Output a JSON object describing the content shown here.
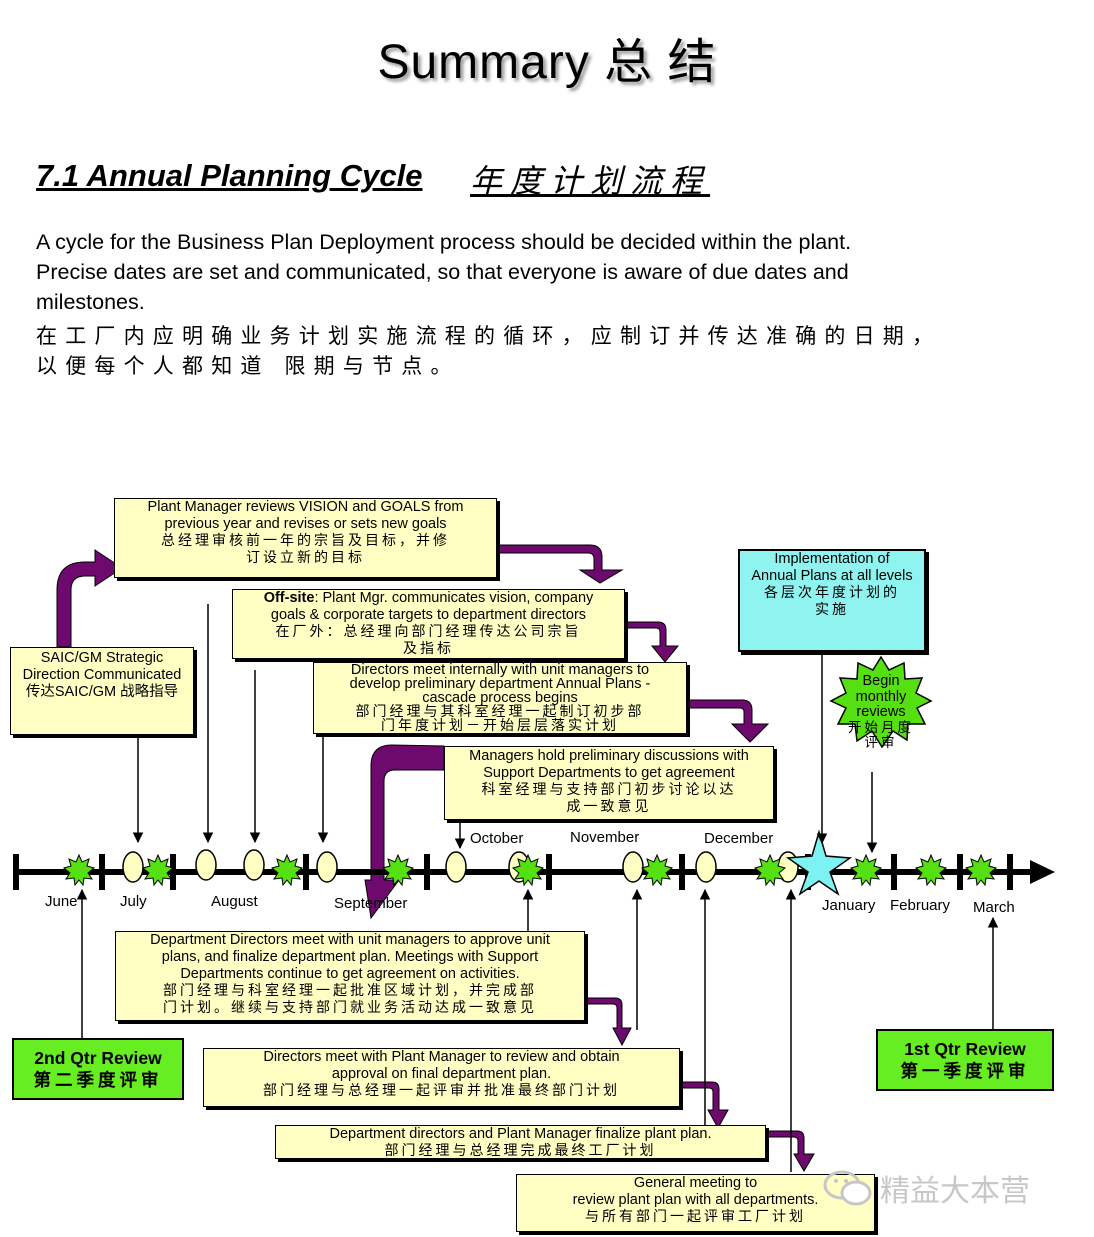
{
  "title": "Summary 总 结",
  "section": {
    "heading": "7.1 Annual Planning Cycle",
    "heading_cn": "年度计划流程"
  },
  "intro": {
    "line1": "A cycle for the Business Plan Deployment process should be decided within the plant.",
    "line2": "Precise dates are set and communicated, so that everyone is aware of due dates and",
    "line3": "milestones.",
    "cn1": "在工厂内应明确业务计划实施流程的循环，应制订并传达准确的日期，",
    "cn2": "以便每个人都知道 限期与节点。"
  },
  "months": {
    "june": "June",
    "july": "July",
    "august": "August",
    "september": "September",
    "october": "October",
    "november": "November",
    "december": "December",
    "january": "January",
    "february": "February",
    "march": "March"
  },
  "boxes": {
    "strategic": {
      "l1": "SAIC/GM Strategic",
      "l2": "Direction Communicated",
      "l3": "传达SAIC/GM 战略指导"
    },
    "plant_vision": {
      "l1": "Plant Manager reviews VISION  and GOALS  from",
      "l2": "previous year and revises or sets new goals",
      "l3": "总经理审核前一年的宗旨及目标，并修",
      "l4": "订设立新的目标"
    },
    "offsite": {
      "bold": "Off-site",
      "l1": ": Plant Mgr. communicates vision, company",
      "l2": "goals & corporate targets to department directors",
      "l3": "在厂外：总经理向部门经理传达公司宗旨",
      "l4": "及指标"
    },
    "directors_internal": {
      "l1": "Directors meet internally with unit managers to",
      "l2": "develop preliminary department Annual Plans -",
      "l3": "cascade process begins",
      "l4": "部门经理与其科室经理一起制订初步部",
      "l5": "门年度计划－开始层层落实计划"
    },
    "managers_prelim": {
      "l1": "Managers hold preliminary discussions with",
      "l2": "Support  Departments to get agreement",
      "l3": "科室经理与支持部门初步讨论以达",
      "l4": "成一致意见"
    },
    "implementation": {
      "l1": "Implementation of",
      "l2": "Annual Plans at all levels",
      "l3": "各层次年度计划的",
      "l4": "实施"
    },
    "dept_approve": {
      "l1": "Department Directors meet with unit managers to approve unit",
      "l2": "plans, and finalize department plan.  Meetings with Support",
      "l3": "Departments continue to get agreement on activities.",
      "l4": "部门经理与科室经理一起批准区域计划，并完成部",
      "l5": "门计划。继续与支持部门就业务活动达成一致意见"
    },
    "directors_pm": {
      "l1": "Directors meet with Plant Manager to review  and obtain",
      "l2": "approval on final department plan.",
      "l3": "部门经理与总经理一起评审并批准最终部门计划"
    },
    "finalize": {
      "l1": "Department directors and Plant Manager finalize plant plan.",
      "l2": "部门经理与总经理完成最终工厂计划"
    },
    "general": {
      "l1": "General meeting to",
      "l2": "review plant plan with all departments.",
      "l3": "与所有部门一起评审工厂计划"
    }
  },
  "badge": {
    "l1": "Begin",
    "l2": "monthly",
    "l3": "reviews",
    "l4": "开始月度",
    "l5": "评审"
  },
  "reviews": {
    "q2": {
      "label": "2nd Qtr Review",
      "cn": "第二季度评审"
    },
    "q1": {
      "label": "1st Qtr Review",
      "cn": "第一季度评审"
    }
  },
  "colors": {
    "note_fill": "#ffffc4",
    "arrow_purple": "#6e0a6e",
    "review_green": "#66ee22",
    "implementation_fill": "#8ff3ef",
    "burst_green": "#55e011",
    "star_cyan": "#7df2f2"
  },
  "watermark": "精益大本营"
}
